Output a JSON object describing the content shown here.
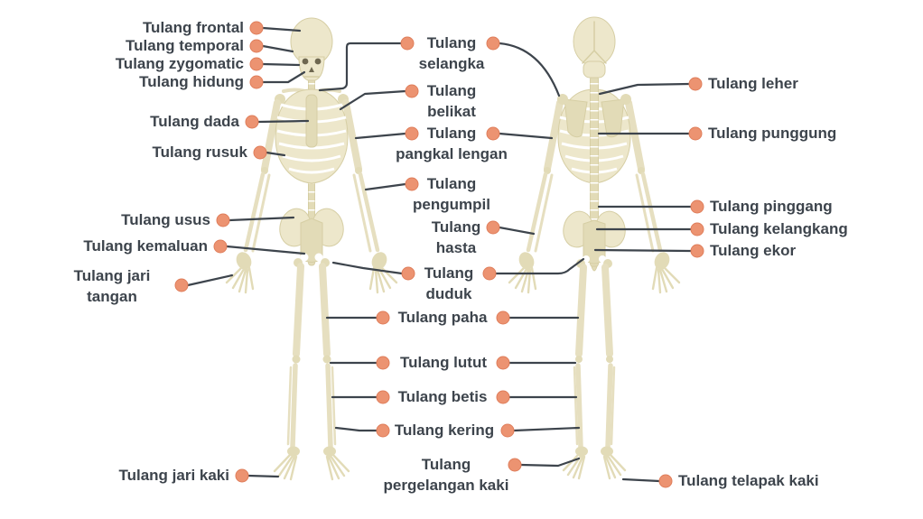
{
  "colors": {
    "background": "#FFFFFF",
    "text": "#3D444C",
    "connector": "#3D444C",
    "marker": "#EC9371",
    "marker_edge": "#DF7E5B",
    "bone": "#EDE7CB",
    "bone_shade": "#E2DBB7",
    "bone_outline": "#D6CEA4",
    "limb": "#E6DFC0",
    "skull_feature": "#6E6750"
  },
  "labels": {
    "frontal": "Tulang frontal",
    "temporal": "Tulang temporal",
    "zygomatic": "Tulang zygomatic",
    "hidung": "Tulang hidung",
    "dada": "Tulang dada",
    "rusuk": "Tulang rusuk",
    "usus": "Tulang usus",
    "kemaluan": "Tulang kemaluan",
    "jari_tangan": "Tulang jari\ntangan",
    "jari_kaki": "Tulang jari kaki",
    "selangka": "Tulang\nselangka",
    "belikat": "Tulang\nbelikat",
    "pangkal_lengan": "Tulang\npangkal lengan",
    "pengumpil": "Tulang\npengumpil",
    "hasta": "Tulang\nhasta",
    "duduk": "Tulang\nduduk",
    "paha": "Tulang paha",
    "lutut": "Tulang lutut",
    "betis": "Tulang betis",
    "kering": "Tulang kering",
    "pergelangan_kaki": "Tulang\npergelangan kaki",
    "leher": "Tulang leher",
    "punggung": "Tulang punggung",
    "pinggang": "Tulang pinggang",
    "kelangkang": "Tulang kelangkang",
    "ekor": "Tulang ekor",
    "telapak_kaki": "Tulang telapak kaki"
  }
}
